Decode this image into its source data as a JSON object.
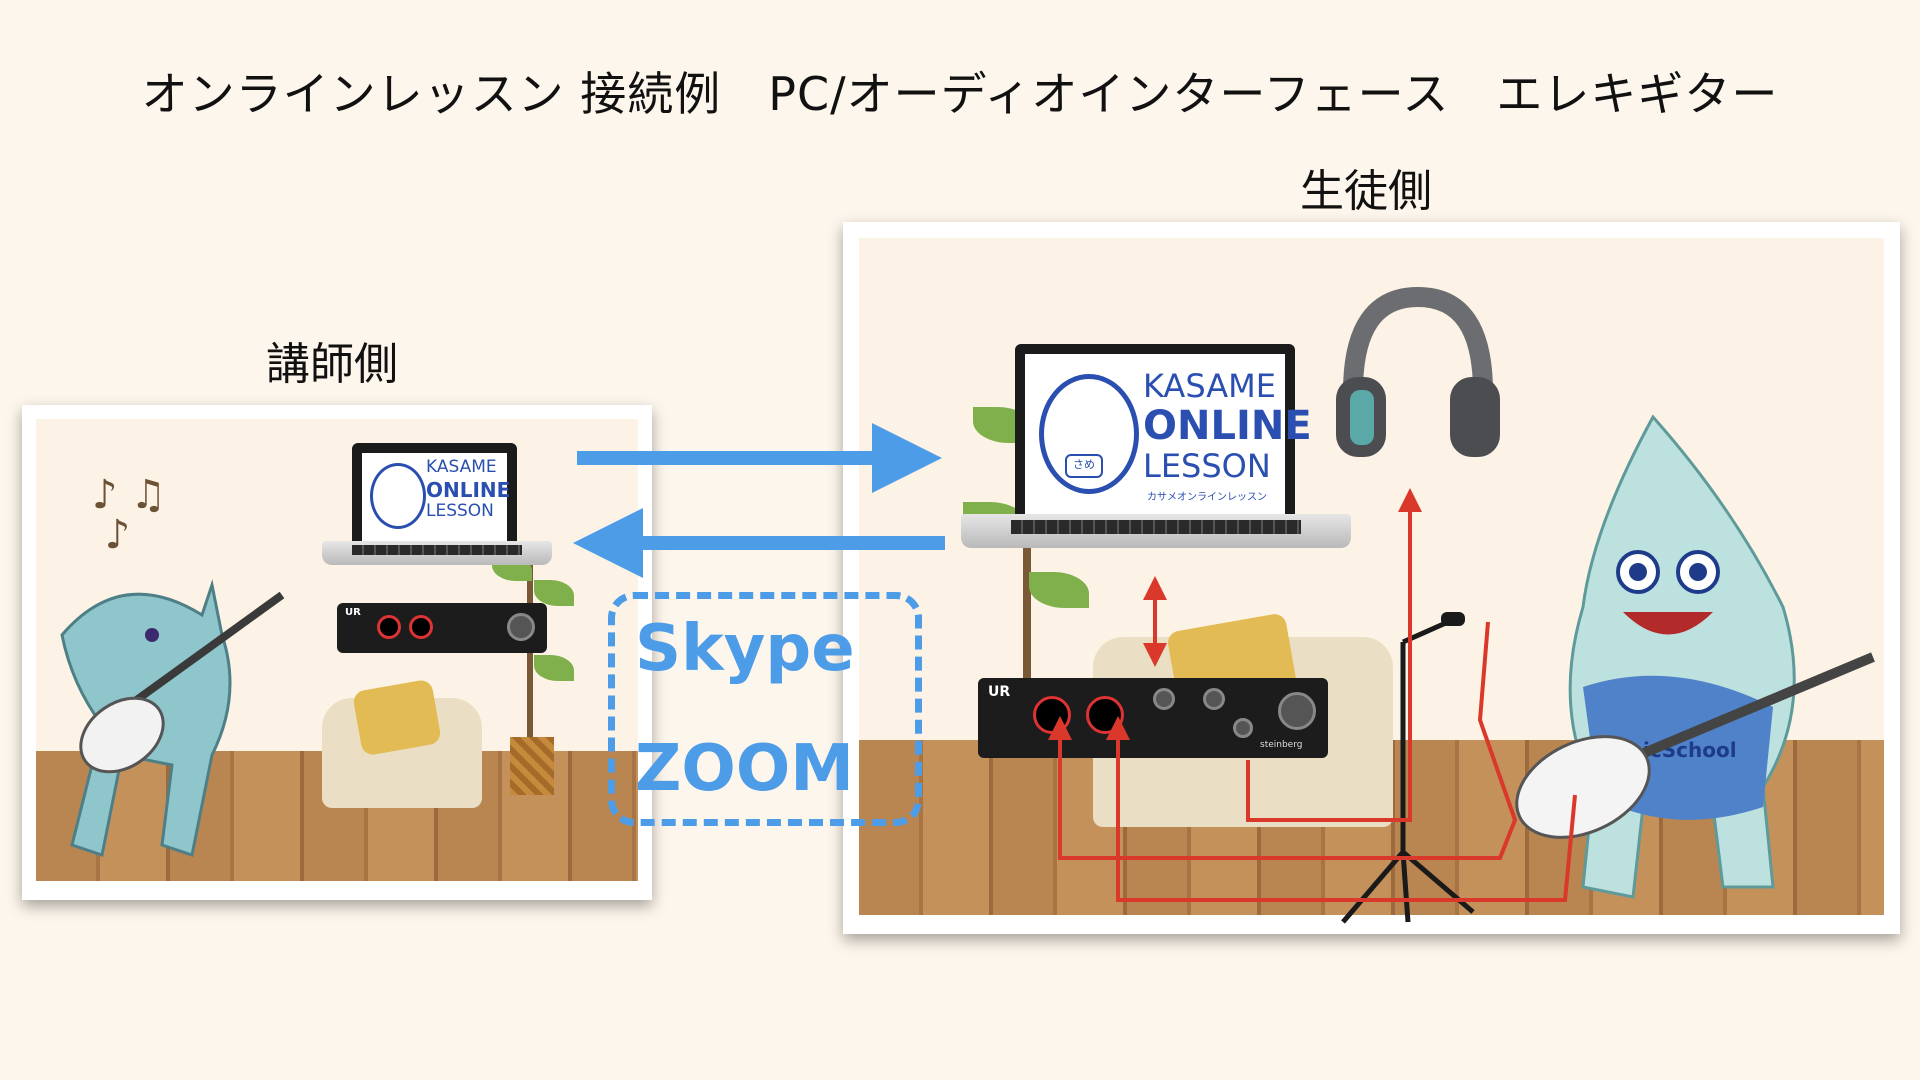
{
  "title": "オンラインレッスン 接続例　PC/オーディオインターフェース　エレキギター",
  "teacher_label": "講師側",
  "student_label": "生徒側",
  "logo": {
    "line1": "KASAME",
    "line2": "ONLINE",
    "line3": "LESSON",
    "sub": "カサメオンラインレッスン",
    "badge": "さめ"
  },
  "interface": {
    "model_mark": "UR",
    "brand": "steinberg"
  },
  "network": {
    "line1": "Skype",
    "line2": "ZOOM"
  },
  "shirt_text": "icSchool",
  "colors": {
    "arrow": "#4d9ce8",
    "cable": "#d9382a",
    "background": "#fdf6ec"
  },
  "icons": [
    "music-notes-icon",
    "headphones-icon",
    "microphone-icon",
    "guitar-icon",
    "laptop-icon",
    "audio-interface-icon"
  ]
}
